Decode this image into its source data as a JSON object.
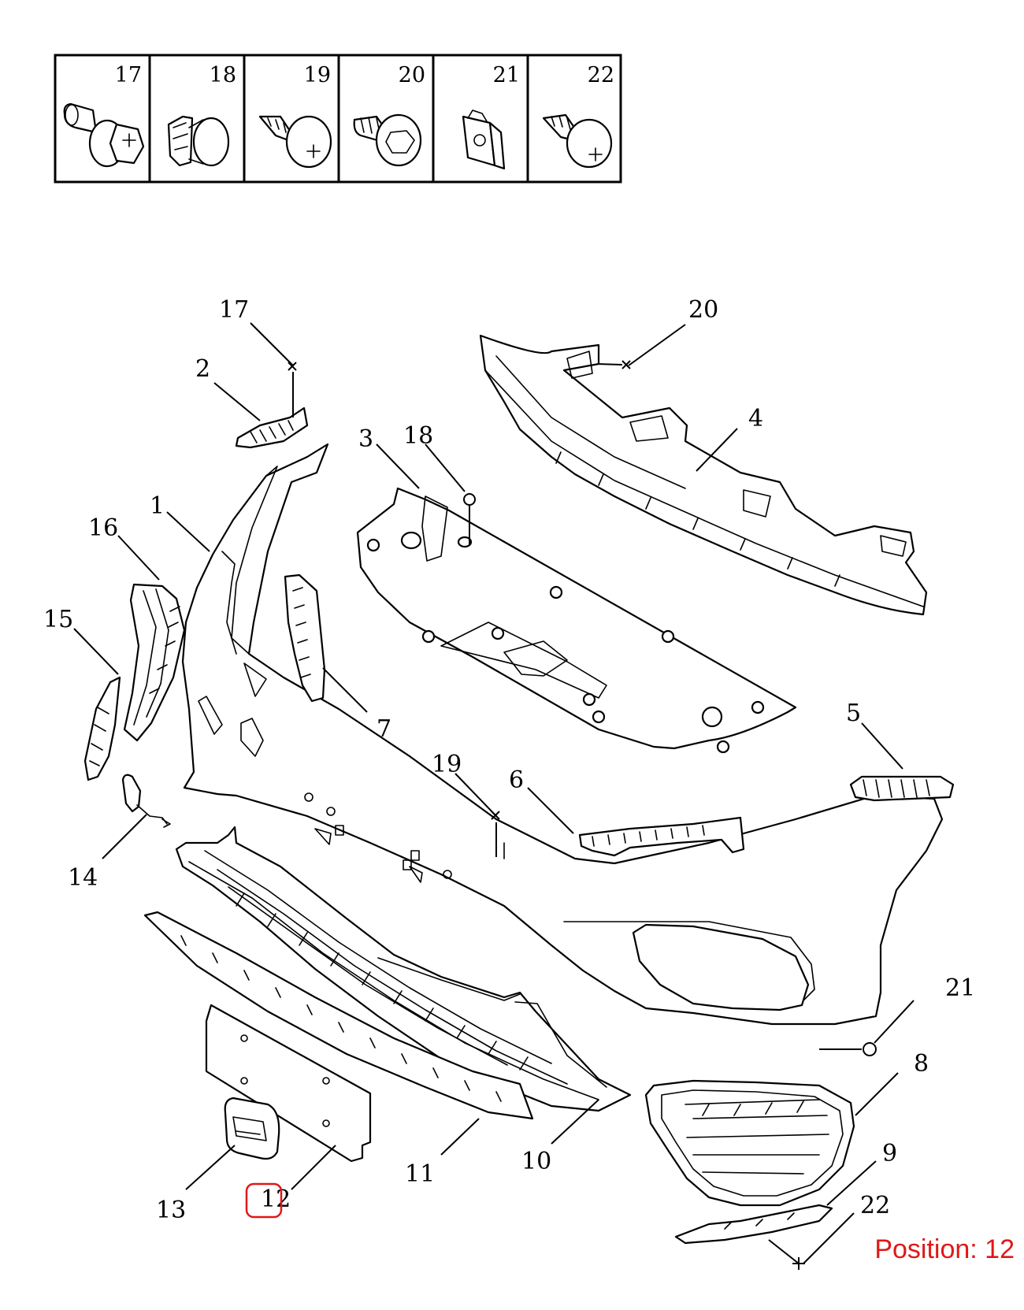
{
  "fastener_table": [
    {
      "number": "17",
      "icon": "flange-bolt-icon"
    },
    {
      "number": "18",
      "icon": "push-clip-icon"
    },
    {
      "number": "19",
      "icon": "tapping-screw-icon"
    },
    {
      "number": "20",
      "icon": "hex-bolt-icon"
    },
    {
      "number": "21",
      "icon": "speed-nut-icon"
    },
    {
      "number": "22",
      "icon": "pan-head-screw-icon"
    }
  ],
  "callouts": {
    "c1": "1",
    "c2": "2",
    "c3": "3",
    "c4": "4",
    "c5": "5",
    "c6": "6",
    "c7": "7",
    "c8": "8",
    "c9": "9",
    "c10": "10",
    "c11": "11",
    "c12": "12",
    "c13": "13",
    "c14": "14",
    "c15": "15",
    "c16": "16",
    "c17": "17",
    "c18": "18",
    "c19": "19",
    "c20": "20",
    "c21": "21",
    "c22": "22"
  },
  "highlight": {
    "callout": "12",
    "color": "#e01818"
  },
  "position_label": "Position: 12"
}
